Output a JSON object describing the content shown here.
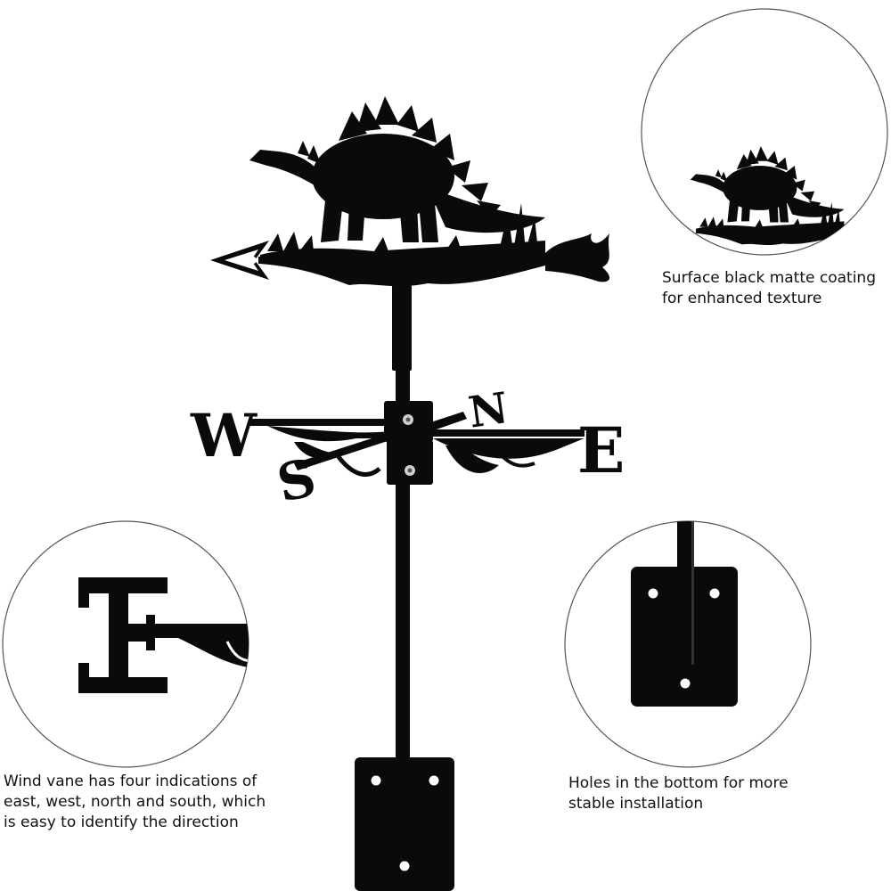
{
  "colors": {
    "background": "#ffffff",
    "metal": "#0a0a0a",
    "circle_stroke": "#555555",
    "text": "#111111"
  },
  "compass": {
    "west": "W",
    "east": "E",
    "north": "N",
    "south": "S"
  },
  "callouts": {
    "coating": "Surface black matte coating\n for enhanced texture",
    "directions": "Wind vane has four indications of\neast, west, north and south, which\nis easy to identify the direction",
    "holes": "Holes in the bottom for more\n stable installation"
  }
}
